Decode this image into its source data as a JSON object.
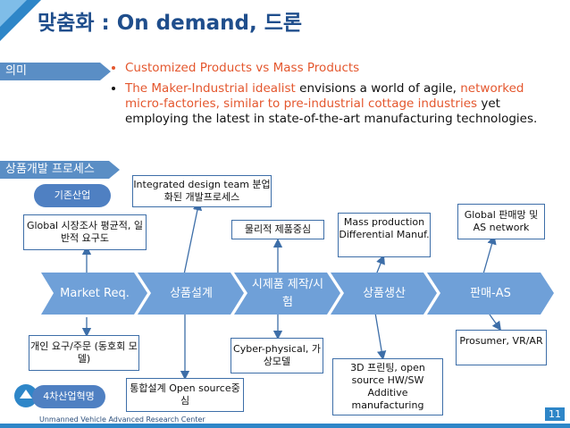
{
  "title": "맞춤화 : On demand, 드론",
  "tags": {
    "meaning": "의미",
    "process": "상품개발 프로세스"
  },
  "bullets": {
    "b1": "Customized Products vs Mass Products",
    "b2_pre": "The Maker-Industrial idealist",
    "b2_mid": " envisions a world of agile, ",
    "b2_hl1": "networked micro-factories, similar to pre-industrial cottage industries",
    "b2_post": " yet employing the latest in state-of-the-art manufacturing technologies."
  },
  "pills": {
    "existing": "기존산업",
    "fourth": "4차산업혁명"
  },
  "process_steps": [
    "Market Req.",
    "상품설계",
    "시제품 제작/시험",
    "상품생산",
    "판매-AS"
  ],
  "top_boxes": {
    "market": "Global 시장조사 평균적, 일반적 요구도",
    "design": "Integrated design team 분업화된 개발프로세스",
    "proto": "물리적 제품중심",
    "production": "Mass production Differential Manuf.",
    "sales": "Global 판매망 및 AS network"
  },
  "bottom_boxes": {
    "market": "개인 요구/주문 (동호회 모델)",
    "design": "통합설계 Open source중심",
    "proto": "Cyber-physical, 가상모델",
    "production": "3D 프린팅, open source HW/SW Additive manufacturing",
    "sales": "Prosumer, VR/AR"
  },
  "logo": {
    "line": "Unmanned Vehicle Advanced Research Center"
  },
  "page_number": "11",
  "colors": {
    "accent": "#2e86c8",
    "title": "#1f4e8c",
    "highlight": "#e4572e",
    "step": "#6fa0d8"
  }
}
